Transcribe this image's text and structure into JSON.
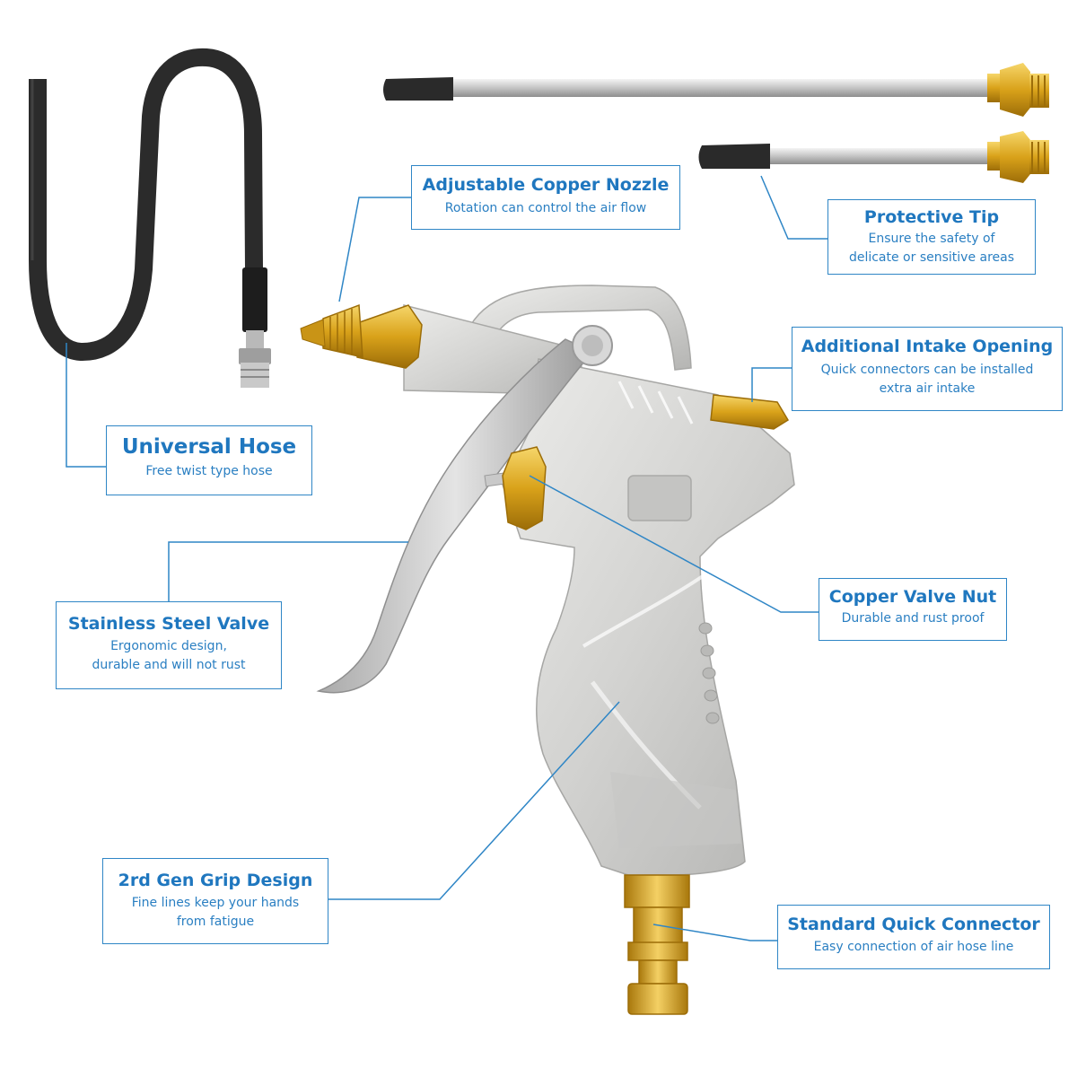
{
  "colors": {
    "accent": "#1f77bf",
    "leader": "#2f86c6",
    "brass": "#d9a21a",
    "aluminum": "#d4d4d2",
    "hose": "#2b2b2b"
  },
  "callouts": {
    "nozzle": {
      "title": "Adjustable Copper Nozzle",
      "desc": "Rotation can control the air flow"
    },
    "tip": {
      "title": "Protective Tip",
      "desc_line1": "Ensure the safety of",
      "desc_line2": "delicate or sensitive areas"
    },
    "intake": {
      "title": "Additional Intake Opening",
      "desc_line1": "Quick connectors can be installed",
      "desc_line2": "extra air intake"
    },
    "hose": {
      "title": "Universal Hose",
      "desc": "Free twist type hose"
    },
    "valve_nut": {
      "title": "Copper Valve Nut",
      "desc": "Durable and rust proof"
    },
    "steel_valve": {
      "title": "Stainless Steel Valve",
      "desc_line1": "Ergonomic design,",
      "desc_line2": "durable and will not rust"
    },
    "grip": {
      "title": "2rd Gen Grip Design",
      "desc_line1": "Fine lines keep your hands",
      "desc_line2": "from fatigue"
    },
    "connector": {
      "title": "Standard Quick Connector",
      "desc": "Easy connection of air hose line"
    }
  }
}
